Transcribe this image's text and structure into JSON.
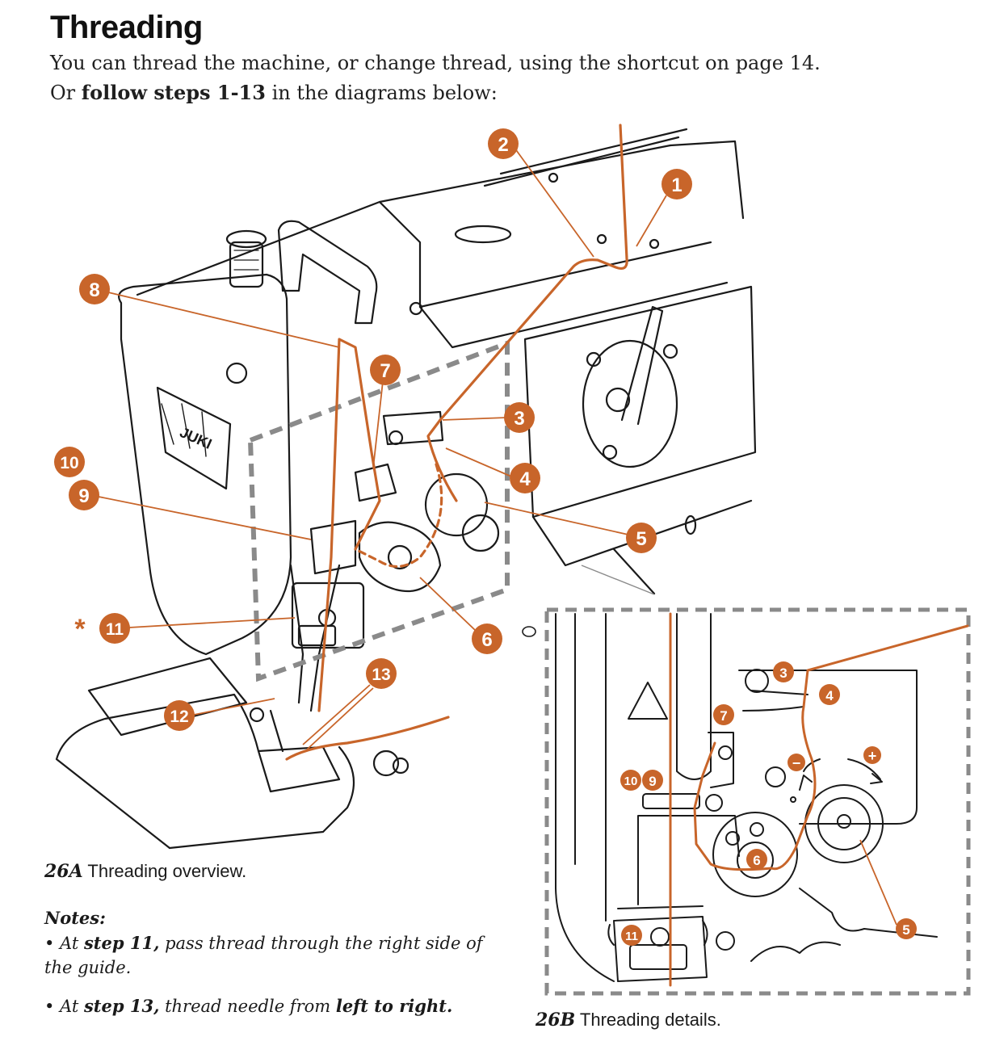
{
  "header": {
    "title": "Threading",
    "intro_line1": "You can thread the machine, or change thread, using the shortcut on page 14.",
    "intro_line2_prefix": "Or ",
    "intro_line2_bold": "follow steps 1-13",
    "intro_line2_suffix": " in the diagrams below:"
  },
  "colors": {
    "thread": "#c8652a",
    "callout_fill": "#c8652a",
    "callout_text": "#ffffff",
    "line_art": "#1a1a1a",
    "dashed_frame": "#8a8a8a"
  },
  "diagram_a": {
    "brand_label": "JUKI",
    "asterisk": "*",
    "callouts": [
      "1",
      "2",
      "3",
      "4",
      "5",
      "6",
      "7",
      "8",
      "9",
      "10",
      "11",
      "12",
      "13"
    ],
    "caption_fig": "26A",
    "caption_text": " Threading overview."
  },
  "diagram_b": {
    "callouts": [
      "3",
      "4",
      "5",
      "6",
      "7",
      "9",
      "10",
      "11"
    ],
    "minus_symbol": "−",
    "plus_symbol": "+",
    "caption_fig": "26B",
    "caption_text": " Threading details."
  },
  "notes": {
    "title": "Notes:",
    "note1_prefix": "• At ",
    "note1_bold": "step 11,",
    "note1_rest": " pass thread through the right side of the guide.",
    "note2_prefix": "• At ",
    "note2_bold1": "step 13,",
    "note2_mid": " thread needle from ",
    "note2_bold2": "left to right."
  }
}
